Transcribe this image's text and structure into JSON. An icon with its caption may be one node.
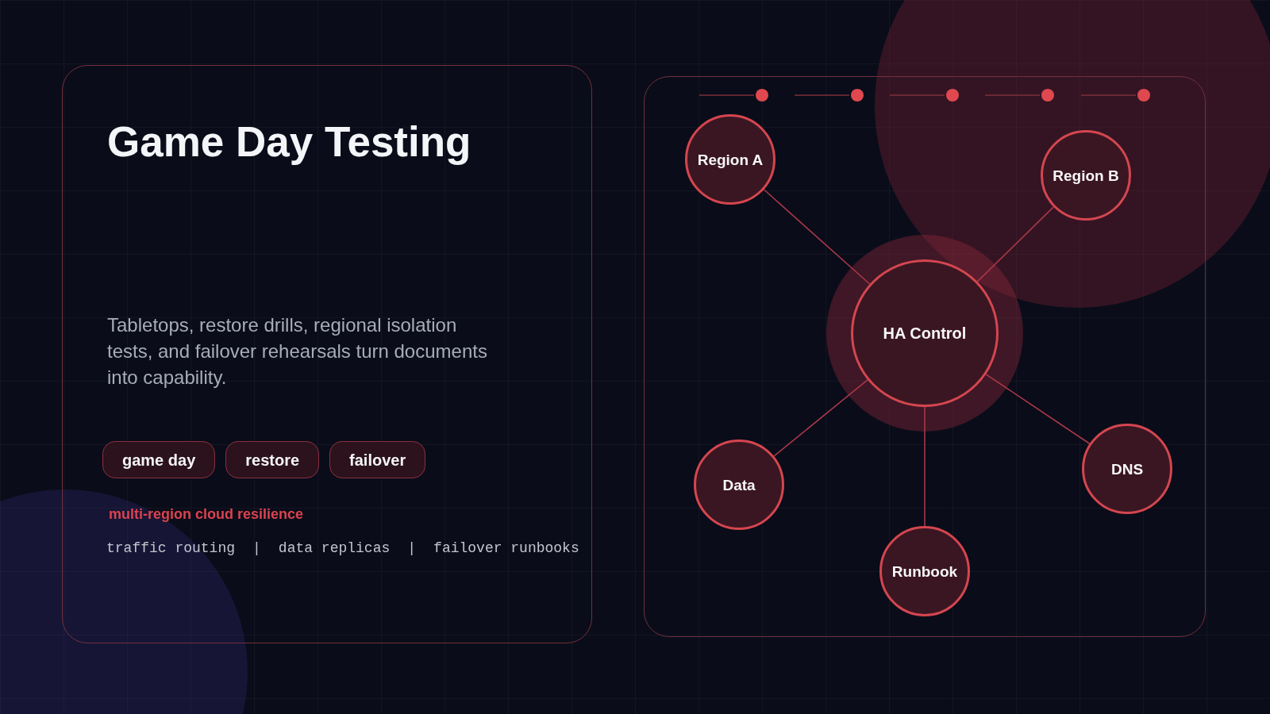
{
  "diagram": {
    "nodes": [
      {
        "text": [
          "Game Day Testing",
          "Tabletops, restore drills, regional isolation tests, and failover rehearsals turn documents into capability.",
          "multi-region cloud resilience"
        ]
      },
      {
        "text": [
          "game day"
        ],
        "in": 0
      },
      {
        "text": [
          "restore"
        ],
        "in": 0
      },
      {
        "text": [
          "failover"
        ],
        "in": 0
      },
      {
        "text": [],
        "shape": "box"
      },
      {
        "text": [
          "Region A"
        ],
        "in": 4
      },
      {
        "text": [
          "Region B"
        ],
        "in": 4
      },
      {
        "text": [
          "HA Control"
        ],
        "in": 4
      },
      {
        "text": [
          "Data"
        ],
        "in": 4
      },
      {
        "text": [
          "DNS"
        ],
        "in": 4
      },
      {
        "text": [
          "Runbook"
        ],
        "in": 4
      }
    ],
    "edges": [
      {
        "from": 7,
        "to": 5,
        "arrow": "none"
      },
      {
        "from": 7,
        "to": 6,
        "arrow": "none"
      },
      {
        "from": 7,
        "to": 8,
        "arrow": "none"
      },
      {
        "from": 7,
        "to": 9,
        "arrow": "none"
      },
      {
        "from": 7,
        "to": 10,
        "arrow": "none"
      }
    ],
    "labels": [
      "traffic routing",
      "|",
      "data replicas",
      "|",
      "failover runbooks"
    ]
  }
}
